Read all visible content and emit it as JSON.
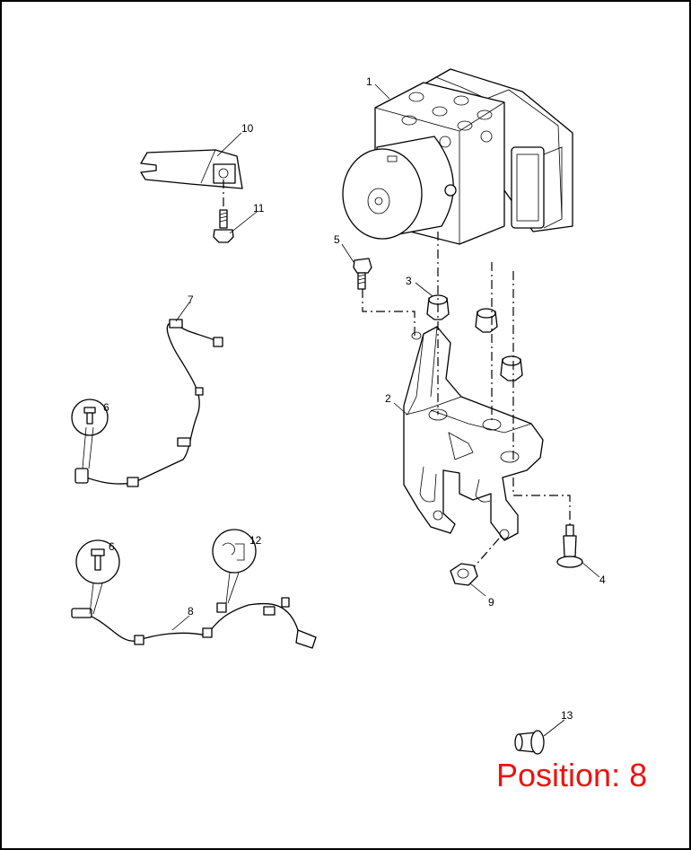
{
  "callouts": {
    "c1": "1",
    "c2": "2",
    "c3": "3",
    "c4": "4",
    "c5": "5",
    "c6a": "6",
    "c6b": "6",
    "c7": "7",
    "c8": "8",
    "c9": "9",
    "c10": "10",
    "c11": "11",
    "c12": "12",
    "c13": "13"
  },
  "position_label": "Position: 8",
  "colors": {
    "position_label": "#ee1111",
    "line": "#000000",
    "background": "#ffffff"
  }
}
